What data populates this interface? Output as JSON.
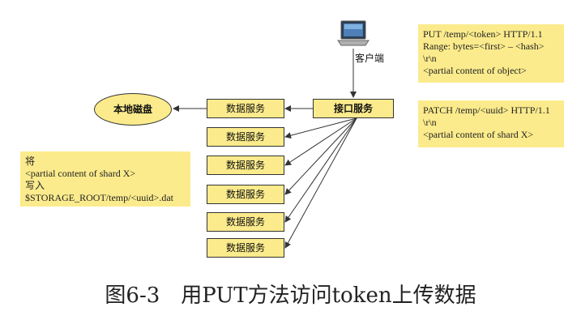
{
  "client": {
    "label": "客户端",
    "icon": "laptop-icon"
  },
  "interface_service": {
    "label": "接口服务"
  },
  "data_services": [
    {
      "label": "数据服务"
    },
    {
      "label": "数据服务"
    },
    {
      "label": "数据服务"
    },
    {
      "label": "数据服务"
    },
    {
      "label": "数据服务"
    },
    {
      "label": "数据服务"
    }
  ],
  "disk": {
    "label": "本地磁盘"
  },
  "put_request": {
    "lines": [
      "PUT /temp/<token> HTTP/1.1",
      "Range:  bytes=<first> – <hash>",
      "\\r\\n",
      "<partial content of object>"
    ]
  },
  "patch_request": {
    "lines": [
      "PATCH /temp/<uuid>  HTTP/1.1",
      "\\r\\n",
      "<partial content of  shard X>"
    ]
  },
  "write_note": {
    "lines": [
      "将",
      "<partial content of shard X>",
      "写入",
      "$STORAGE_ROOT/temp/<uuid>.dat"
    ]
  },
  "caption": "图6-3　用PUT方法访问token上传数据",
  "colors": {
    "box_fill": "#fbeb8c",
    "stroke": "#333333"
  }
}
